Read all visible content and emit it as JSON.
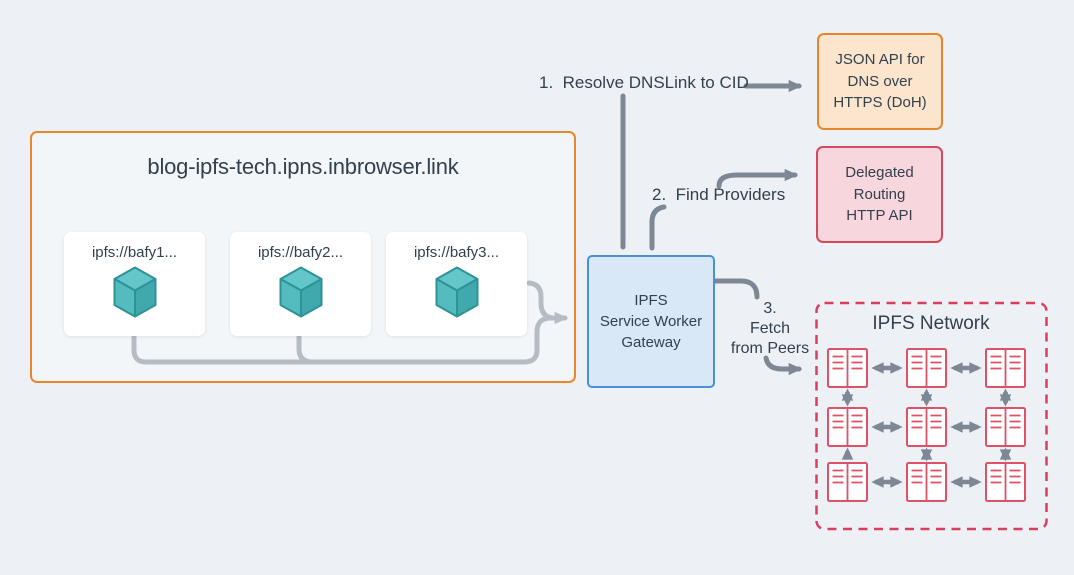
{
  "colors": {
    "background": "#edf1f5",
    "text": "#33404e",
    "connector": "#7d8894",
    "orange_border": "#e8862e",
    "orange_fill": "#fbe5cc",
    "blue_border": "#4b90d2",
    "blue_fill": "#d8e8f7",
    "red_border": "#d5495f",
    "pink_fill": "#f7d7dd",
    "node_red": "#dd5266",
    "dashed_red": "#d83f5c",
    "cube_top": "#63c6c8",
    "cube_left": "#54bbbe",
    "cube_right": "#3fa9ae",
    "cube_edge": "#2e9296",
    "card_bg": "#ffffff"
  },
  "site_container": {
    "title": "blog-ipfs-tech.ipns.inbrowser.link",
    "cards": [
      {
        "label": "ipfs://bafy1...",
        "icon": "ipfs-block-cube-icon"
      },
      {
        "label": "ipfs://bafy2...",
        "icon": "ipfs-block-cube-icon"
      },
      {
        "label": "ipfs://bafy3...",
        "icon": "ipfs-block-cube-icon"
      }
    ]
  },
  "gateway_box": {
    "lines": [
      "IPFS",
      "Service Worker",
      "Gateway"
    ]
  },
  "steps": {
    "step1": "1.  Resolve DNSLink to CID",
    "step2": "2.  Find Providers",
    "step3_lines": [
      "3.",
      "Fetch",
      "from Peers"
    ]
  },
  "doh_box": {
    "lines": [
      "JSON API for",
      "DNS over",
      "HTTPS (DoH)"
    ]
  },
  "routing_box": {
    "lines": [
      "Delegated",
      "Routing",
      "HTTP API"
    ]
  },
  "network": {
    "title": "IPFS Network",
    "grid": {
      "rows": 3,
      "cols": 3
    },
    "node_icon": "peer-documents-icon",
    "link_icon": "bidirectional-arrow-icon"
  }
}
